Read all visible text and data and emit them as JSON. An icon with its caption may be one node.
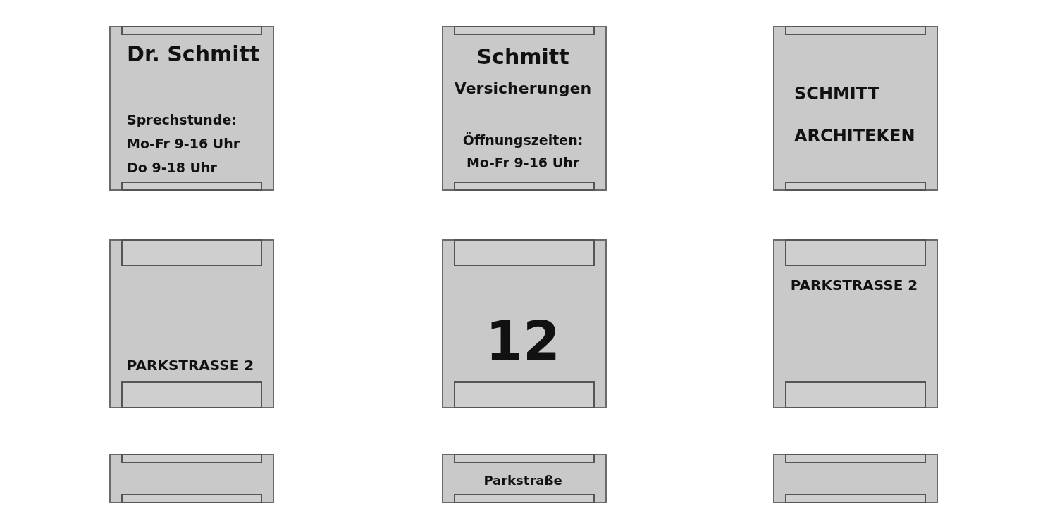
{
  "diagram": {
    "nodes": [
      {
        "text": [
          "Dr. Schmitt",
          "Sprechstunde: Mo-Fr 9-16 Uhr Do 9-18 Uhr"
        ]
      },
      {
        "text": [
          "Schmitt",
          "Versicherungen",
          "Öffnungszeiten: Mo-Fr 9-16 Uhr"
        ]
      },
      {
        "text": [
          "SCHMITT ARCHITEKEN"
        ]
      },
      {
        "text": [
          "PARKSTRASSE 2"
        ]
      },
      {
        "text": [
          "12"
        ]
      },
      {
        "text": [
          "PARKSTRASSE 2"
        ]
      },
      {
        "text": [],
        "shape": "box"
      },
      {
        "text": [
          "Parkstraße"
        ]
      },
      {
        "text": [],
        "shape": "box"
      }
    ]
  }
}
